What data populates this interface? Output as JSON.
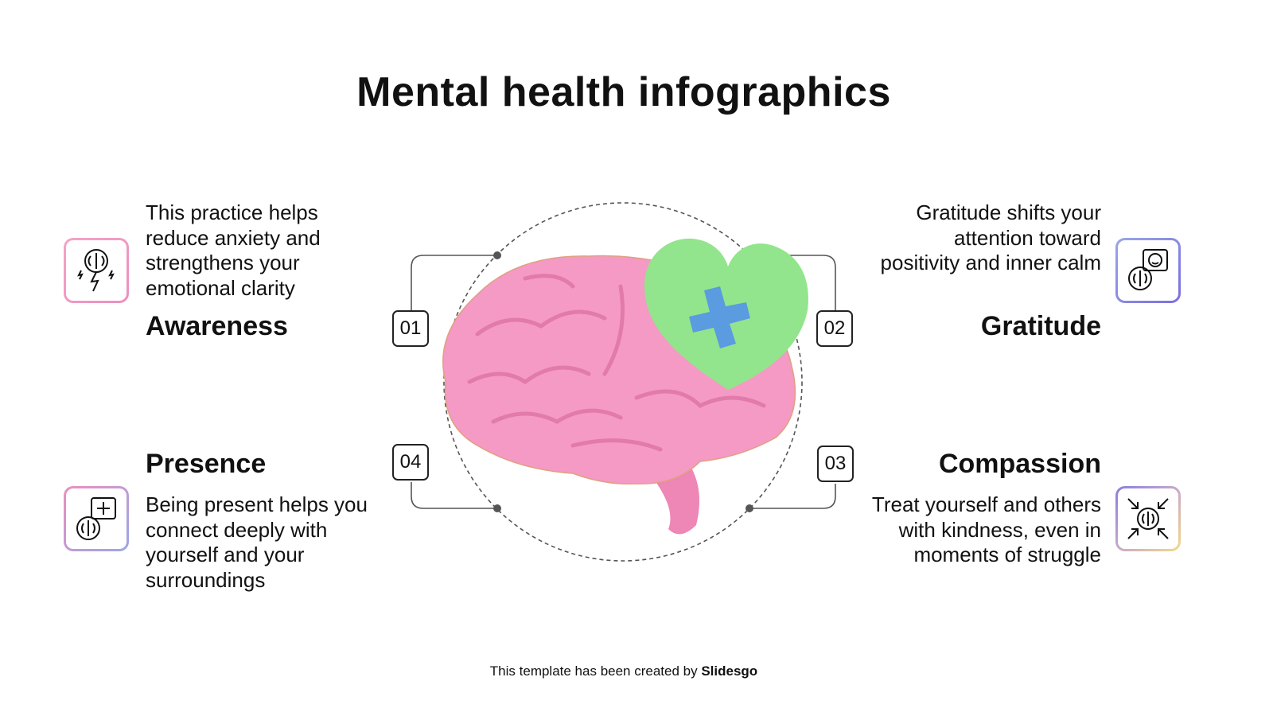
{
  "title": "Mental health infographics",
  "items": [
    {
      "number": "01",
      "heading": "Awareness",
      "text": "This practice helps reduce anxiety and strengthens your emotional clarity",
      "icon": "brain-lightning-icon"
    },
    {
      "number": "02",
      "heading": "Gratitude",
      "text": "Gratitude shifts your attention toward positivity and inner calm",
      "icon": "brain-smile-bubble-icon"
    },
    {
      "number": "03",
      "heading": "Compassion",
      "text": "Treat yourself and others with kindness, even in moments of struggle",
      "icon": "brain-arrows-inward-icon"
    },
    {
      "number": "04",
      "heading": "Presence",
      "text": "Being present helps you connect deeply with yourself and your surroundings",
      "icon": "brain-plus-bubble-icon"
    }
  ],
  "footer": {
    "prefix": "This template has been created by ",
    "brand": "Slidesgo"
  },
  "colors": {
    "brain": "#f48fbf",
    "heart": "#8ee68a",
    "cross": "#5b9be0",
    "pink": "#f08cc0",
    "violet": "#8a7de0"
  }
}
